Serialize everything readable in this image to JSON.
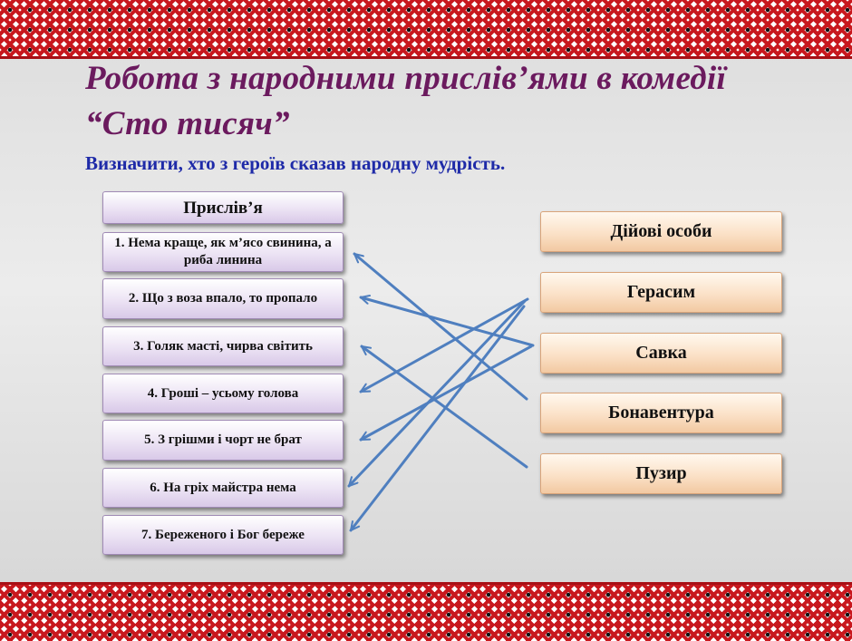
{
  "slide": {
    "title": "Робота з народними прислів’ями в комедії “Сто тисяч”",
    "subtitle": "Визначити, хто з героїв сказав народну мудрість."
  },
  "proverbs": {
    "header": "Прислів’я",
    "items": [
      "1. Нема краще, як м’ясо свинина, а риба линина",
      "2. Що з воза впало, то пропало",
      "3. Голяк масті, чирва світить",
      "4. Гроші – усьому голова",
      "5. З грішми і чорт не брат",
      "6. На гріх майстра нема",
      "7. Береженого і Бог береже"
    ]
  },
  "characters": {
    "header": "Дійові особи",
    "items": [
      "Герасим",
      "Савка",
      "Бонавентура",
      "Пузир"
    ]
  },
  "colors": {
    "title": "#6b1a5e",
    "subtitle": "#1e2aa8",
    "arrow": "#4f7fbf"
  }
}
